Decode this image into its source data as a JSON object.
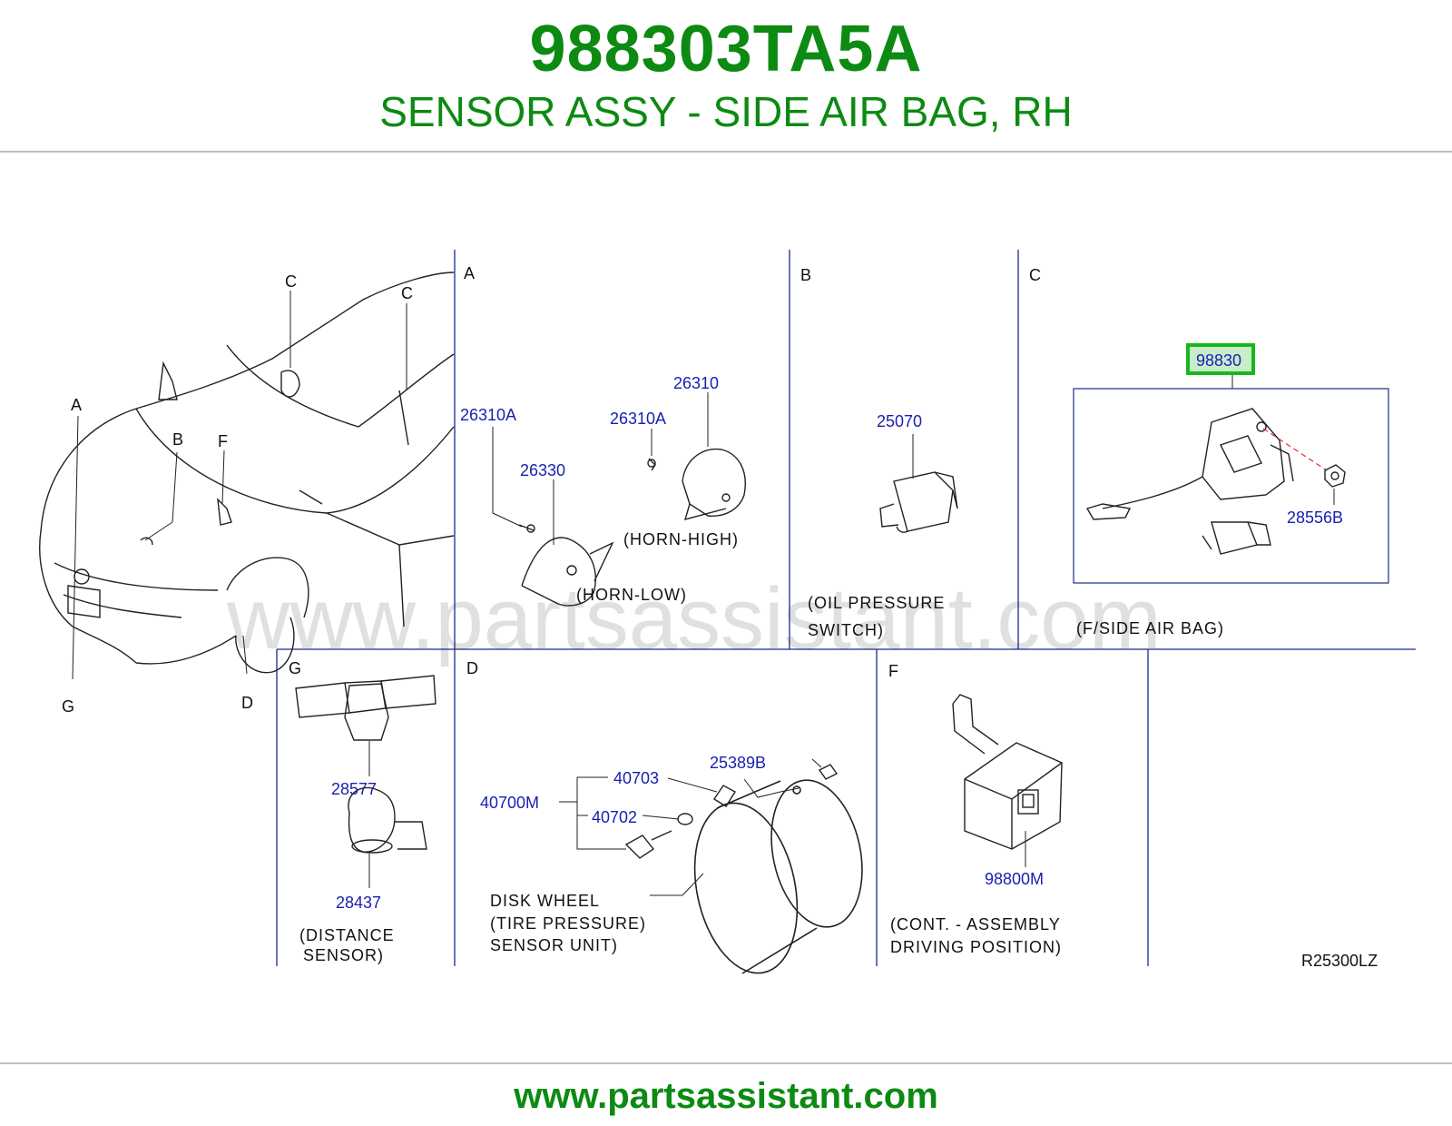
{
  "header": {
    "part_number": "988303TA5A",
    "description": "SENSOR ASSY - SIDE AIR BAG, RH"
  },
  "footer": {
    "url": "www.partsassistant.com"
  },
  "watermark": "www.partsassistant.com",
  "diagram_code": "R25300LZ",
  "colors": {
    "brand_green": "#0c8a12",
    "part_link_blue": "#1a1fb0",
    "highlight_green": "#17b81d"
  },
  "overview": {
    "labels": {
      "a": "A",
      "b": "B",
      "c1": "C",
      "c2": "C",
      "d": "D",
      "f": "F",
      "g": "G"
    }
  },
  "panels": {
    "a": {
      "label": "A",
      "parts": {
        "p1": "26310A",
        "p2": "26330",
        "p3": "26310A",
        "p4": "26310"
      },
      "captions": {
        "horn_low": "(HORN-LOW)",
        "horn_high": "(HORN-HIGH)"
      }
    },
    "b": {
      "label": "B",
      "parts": {
        "p1": "25070"
      },
      "caption": {
        "line1": "(OIL  PRESSURE",
        "line2": "SWITCH)"
      }
    },
    "c": {
      "label": "C",
      "parts": {
        "highlight": "98830",
        "p2": "28556B"
      },
      "caption": "(F/SIDE  AIR  BAG)"
    },
    "g": {
      "label": "G",
      "parts": {
        "p1": "28577",
        "p2": "28437"
      },
      "caption": {
        "line1": "(DISTANCE",
        "line2": "SENSOR)"
      }
    },
    "d": {
      "label": "D",
      "parts": {
        "p1": "40703",
        "p2": "40700M",
        "p3": "40702",
        "p4": "25389B"
      },
      "caption": {
        "line1": "DISK  WHEEL",
        "line2": "(TIRE  PRESSURE)",
        "line3": "SENSOR  UNIT)"
      }
    },
    "f": {
      "label": "F",
      "parts": {
        "p1": "98800M"
      },
      "caption": {
        "line1": "(CONT.  -  ASSEMBLY",
        "line2": "DRIVING  POSITION)"
      }
    }
  }
}
